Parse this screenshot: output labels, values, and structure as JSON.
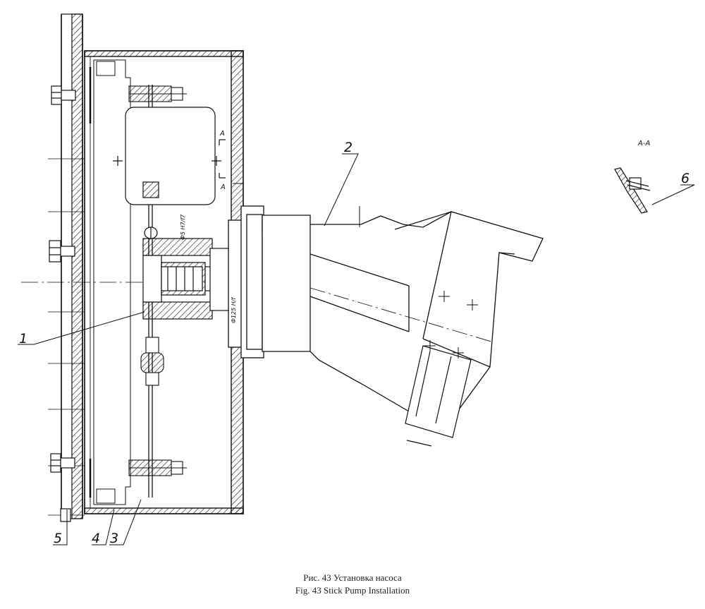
{
  "callouts": {
    "c1": "1",
    "c2": "2",
    "c3": "3",
    "c4": "4",
    "c5": "5",
    "c6": "6"
  },
  "section": {
    "label": "A-A",
    "mark_top": "A",
    "mark_bottom": "A"
  },
  "dimensions": {
    "d1": "Ф125 Н/f",
    "d2": "Ф5 Н7/f7"
  },
  "caption": {
    "ru": "Рис. 43 Установка насоса",
    "en": "Fig. 43 Stick Pump Installation"
  }
}
